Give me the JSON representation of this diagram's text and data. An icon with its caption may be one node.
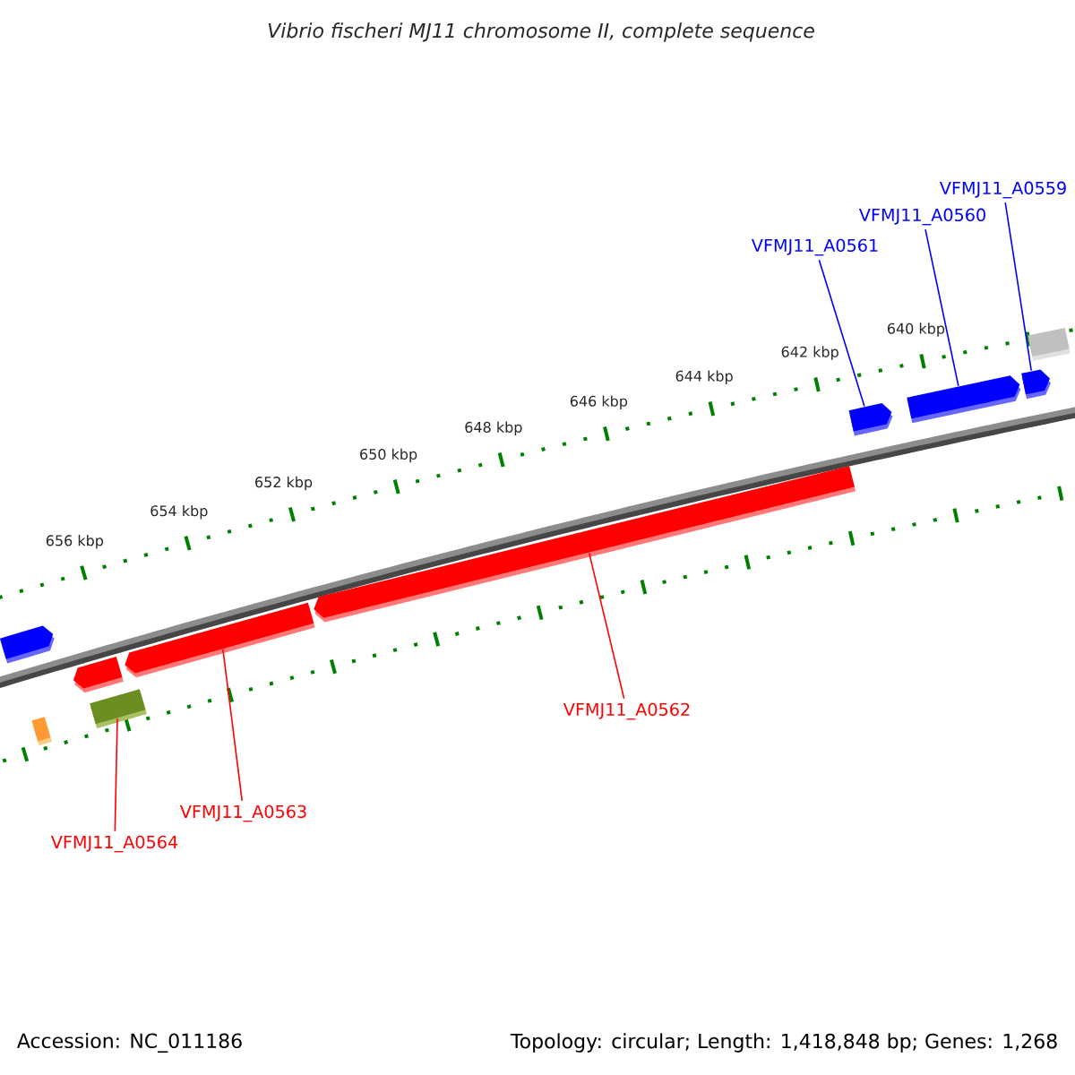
{
  "diagram": {
    "title": "Vibrio fischeri MJ11 chromosome II, complete sequence",
    "nodes": [
      {
        "text": [
          "VFMJ11_A0559"
        ]
      },
      {
        "text": [
          "VFMJ11_A0560"
        ]
      },
      {
        "text": [
          "VFMJ11_A0561"
        ]
      },
      {
        "text": [
          "VFMJ11_A0562"
        ]
      },
      {
        "text": [
          "VFMJ11_A0563"
        ]
      },
      {
        "text": [
          "VFMJ11_A0564"
        ]
      },
      {
        "text": [],
        "shape": "pentagon"
      },
      {
        "text": [],
        "shape": "box"
      },
      {
        "text": [],
        "shape": "pentagon"
      },
      {
        "text": [],
        "shape": "box"
      },
      {
        "text": [],
        "shape": "pentagon"
      },
      {
        "text": [],
        "shape": "pentagon"
      },
      {
        "text": [],
        "shape": "pentagon"
      },
      {
        "text": [],
        "shape": "pentagon"
      },
      {
        "text": [],
        "shape": "pentagon"
      },
      {
        "text": [],
        "shape": "box"
      }
    ],
    "edges": [
      {
        "from": 0,
        "to": 14,
        "arrow": "none",
        "color": "#0000ff"
      },
      {
        "from": 1,
        "to": 13,
        "arrow": "none",
        "color": "#0000ff"
      },
      {
        "from": 2,
        "to": 12,
        "arrow": "none",
        "color": "#0000ff"
      },
      {
        "from": 3,
        "to": 11,
        "arrow": "none",
        "color": "#ff0000"
      },
      {
        "from": 4,
        "to": 10,
        "arrow": "none",
        "color": "#ff0000"
      },
      {
        "from": 5,
        "to": 9,
        "arrow": "none",
        "color": "#ff0000"
      }
    ],
    "labels": [
      "640 kbp",
      "642 kbp",
      "644 kbp",
      "646 kbp",
      "648 kbp",
      "650 kbp",
      "652 kbp",
      "654 kbp",
      "656 kbp",
      "Accession: NC_011186",
      "Topology: circular; Length: 1,418,848 bp; Genes: 1,268"
    ]
  }
}
